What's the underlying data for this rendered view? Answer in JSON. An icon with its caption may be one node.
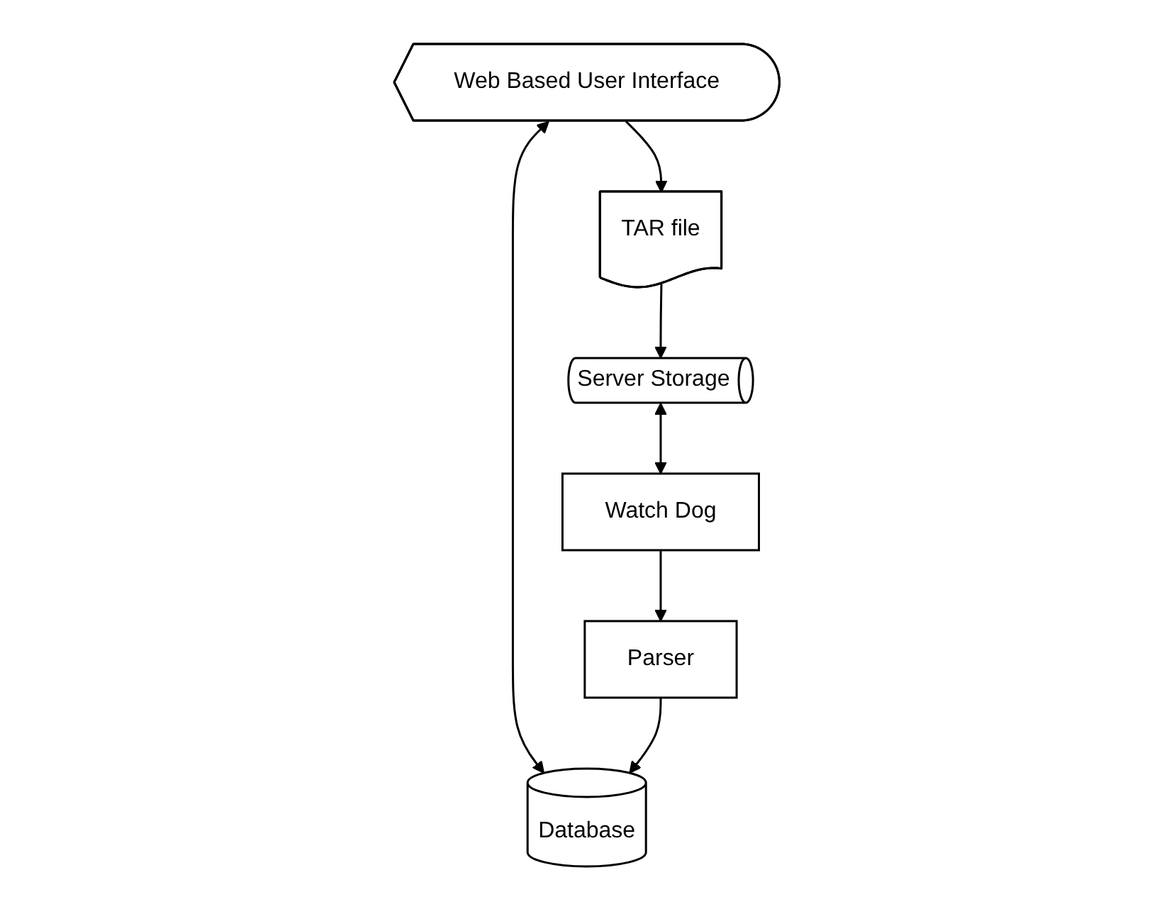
{
  "diagram": {
    "nodes": [
      {
        "text": [
          "Web Based User Interface"
        ]
      },
      {
        "text": [
          "Database"
        ]
      },
      {
        "text": [
          "TAR file"
        ]
      },
      {
        "text": [
          "Server Storage"
        ]
      },
      {
        "text": [
          "Watch Dog"
        ]
      },
      {
        "text": [
          "Parser"
        ]
      }
    ],
    "edges": [
      {
        "from": 0,
        "to": 1,
        "arrow": "both"
      },
      {
        "from": 0,
        "to": 2,
        "arrow": "to"
      },
      {
        "from": 2,
        "to": 3,
        "arrow": "to"
      },
      {
        "from": 3,
        "to": 4,
        "arrow": "both"
      },
      {
        "from": 4,
        "to": 5,
        "arrow": "to"
      },
      {
        "from": 5,
        "to": 1,
        "arrow": "to"
      }
    ]
  }
}
